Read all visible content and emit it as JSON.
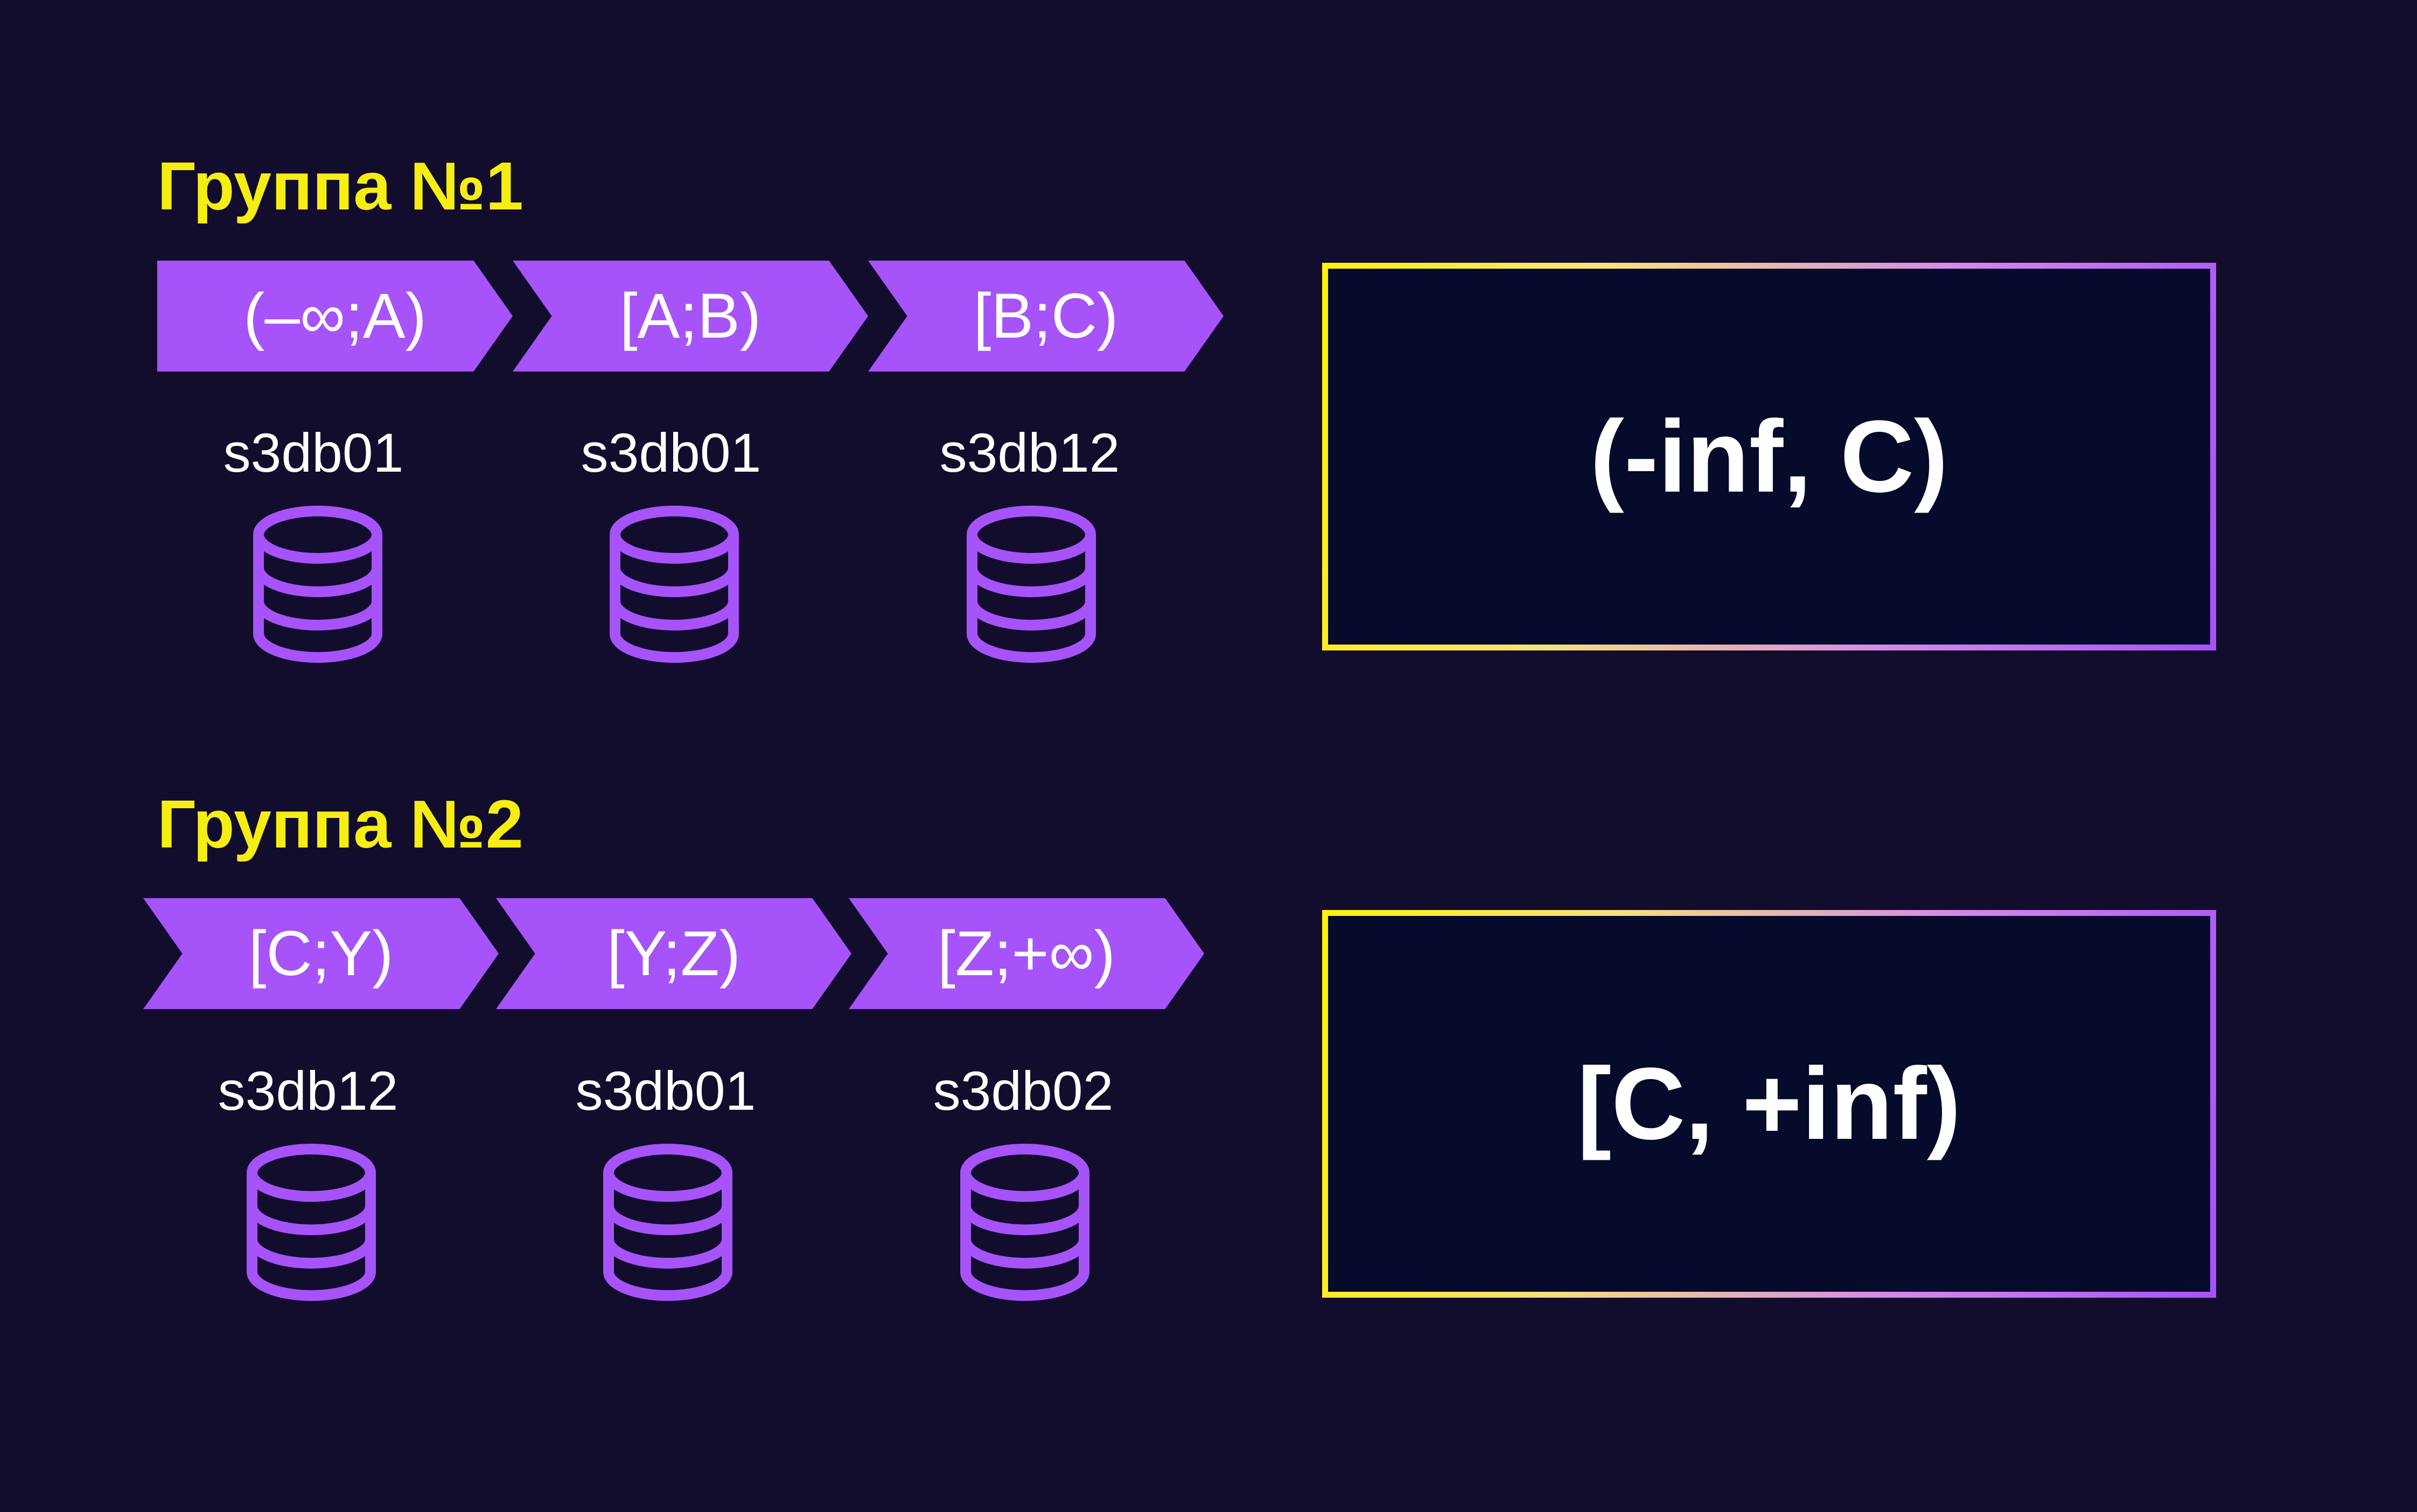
{
  "colors": {
    "background": "#120c2d",
    "accent_purple": "#a653fa",
    "title_yellow": "#f6ee12",
    "box_fill": "#060a2b",
    "text_white": "#ffffff"
  },
  "groups": [
    {
      "title": "Группа №1",
      "segments": [
        {
          "range": "(–∞;A)",
          "db": "s3db01"
        },
        {
          "range": "[A;B)",
          "db": "s3db01"
        },
        {
          "range": "[B;C)",
          "db": "s3db12"
        }
      ],
      "summary": "(-inf, C)"
    },
    {
      "title": "Группа №2",
      "segments": [
        {
          "range": "[C;Y)",
          "db": "s3db12"
        },
        {
          "range": "[Y;Z)",
          "db": "s3db01"
        },
        {
          "range": "[Z;+∞)",
          "db": "s3db02"
        }
      ],
      "summary": "[C, +inf)"
    }
  ],
  "icons": {
    "database": "database-icon"
  }
}
